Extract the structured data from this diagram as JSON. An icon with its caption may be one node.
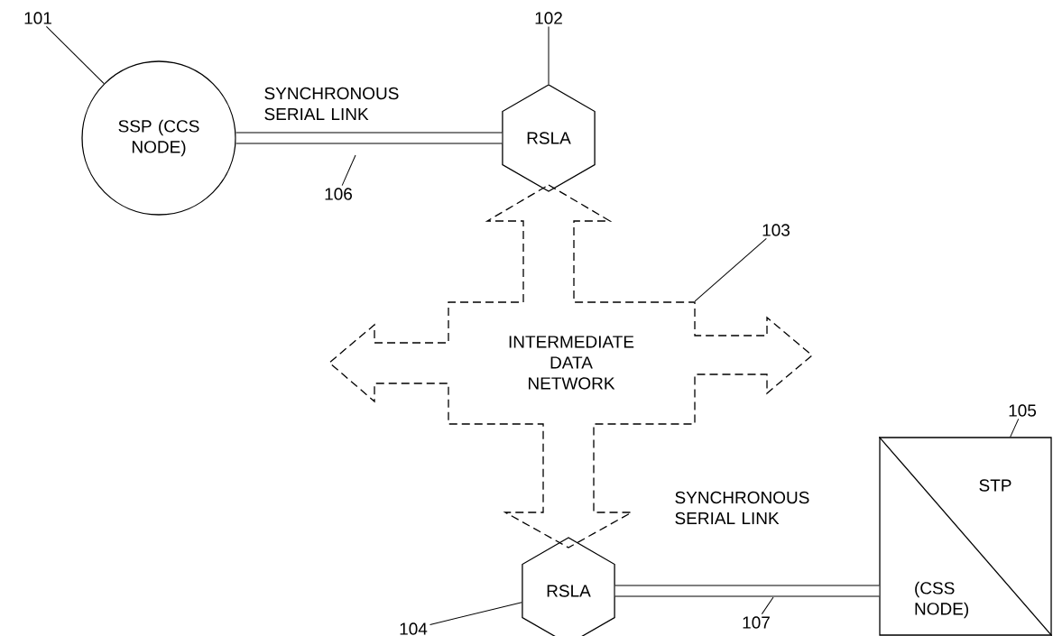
{
  "diagram": {
    "nodes": [
      {
        "text": [
          "SSP (CCS NODE)"
        ]
      },
      {
        "text": [
          "RSLA"
        ]
      },
      {
        "text": [
          "INTERMEDIATE DATA NETWORK"
        ]
      },
      {
        "text": [
          "RSLA"
        ]
      },
      {
        "text": [
          "STP",
          "(CSS NODE)"
        ]
      },
      {
        "text": [
          "101"
        ]
      },
      {
        "text": [
          "102"
        ]
      },
      {
        "text": [
          "103"
        ]
      },
      {
        "text": [
          "104"
        ]
      },
      {
        "text": [
          "105"
        ]
      },
      {
        "text": [
          "106"
        ]
      },
      {
        "text": [
          "107"
        ]
      }
    ],
    "edges": [
      {
        "from": 0,
        "to": 1,
        "arrow": "none",
        "label": "SYNCHRONOUS SERIAL LINK",
        "style": "thick"
      },
      {
        "from": 3,
        "to": 4,
        "arrow": "none",
        "label": "SYNCHRONOUS SERIAL LINK",
        "style": "thick"
      },
      {
        "from": 5,
        "to": 0,
        "arrow": "none"
      },
      {
        "from": 6,
        "to": 1,
        "arrow": "none"
      },
      {
        "from": 7,
        "to": 2,
        "arrow": "none"
      },
      {
        "from": 8,
        "to": 3,
        "arrow": "none"
      },
      {
        "from": 9,
        "to": 4,
        "arrow": "none"
      },
      {
        "from": 10,
        "to": null,
        "arrow": "none"
      },
      {
        "from": 11,
        "to": null,
        "arrow": "none"
      }
    ]
  }
}
